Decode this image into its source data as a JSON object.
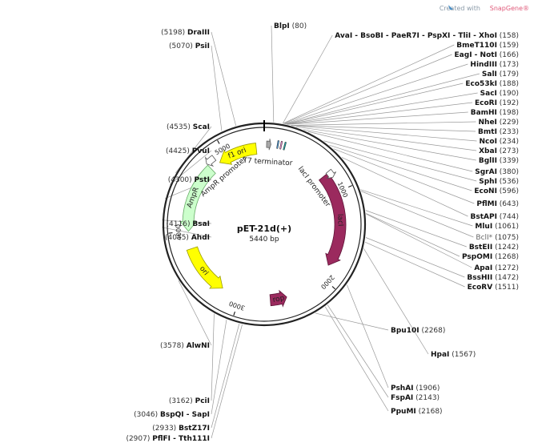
{
  "credit": {
    "prefix": "Created with ",
    "brand": "SnapGene®"
  },
  "plasmid": {
    "name": "pET-21d(+)",
    "size_label": "5440 bp",
    "length": 5440
  },
  "ticks": [
    {
      "pos": 1000,
      "label": "1000"
    },
    {
      "pos": 2000,
      "label": "2000"
    },
    {
      "pos": 3000,
      "label": "3000"
    },
    {
      "pos": 4000,
      "label": "4000"
    },
    {
      "pos": 5000,
      "label": "5000"
    }
  ],
  "features": [
    {
      "label": "f1 ori",
      "start": 5350,
      "end": 4900,
      "color": "#ffff00",
      "stroke": "#9a9a00",
      "track": "inner"
    },
    {
      "label": "T7 terminator",
      "start": 26,
      "end": 73,
      "color": "#a8a8a8",
      "stroke": "#666666",
      "track": "inner"
    },
    {
      "label": "lacI",
      "start": 773,
      "end": 1852,
      "color": "#9b2a5e",
      "stroke": "#5e1437",
      "track": "inner"
    },
    {
      "label": "lacI promoter",
      "start": 763,
      "end": 840,
      "color": "#ffffff",
      "stroke": "#555555",
      "track": "inner"
    },
    {
      "label": "rop",
      "start": 2650,
      "end": 2460,
      "color": "#9b2a5e",
      "stroke": "#5e1437",
      "track": "inner"
    },
    {
      "label": "ori",
      "start": 3800,
      "end": 3220,
      "color": "#ffff00",
      "stroke": "#9a9a00",
      "track": "inner"
    },
    {
      "label": "AmpR",
      "start": 4780,
      "end": 4000,
      "color": "#ccffcc",
      "stroke": "#66aa66",
      "track": "inner"
    },
    {
      "label": "AmpR promoter",
      "start": 4880,
      "end": 4780,
      "color": "#ffffff",
      "stroke": "#555555",
      "track": "inner"
    }
  ],
  "sites": [
    {
      "name": "DraIII",
      "pos": "(5198)",
      "side": "left",
      "bp": 5198
    },
    {
      "name": "PsiI",
      "pos": "(5070)",
      "side": "left",
      "bp": 5070
    },
    {
      "name": "ScaI",
      "pos": "(4535)",
      "side": "left",
      "bp": 4535
    },
    {
      "name": "PvuI",
      "pos": "(4425)",
      "side": "left",
      "bp": 4425
    },
    {
      "name": "PstI",
      "pos": "(4300)",
      "side": "left",
      "bp": 4300
    },
    {
      "name": "BsaI",
      "pos": "(4116)",
      "side": "left",
      "bp": 4116
    },
    {
      "name": "AhdI",
      "pos": "(4055)",
      "side": "left",
      "bp": 4055
    },
    {
      "name": "AlwNI",
      "pos": "(3578)",
      "side": "left",
      "bp": 3578
    },
    {
      "name": "PciI",
      "pos": "(3162)",
      "side": "left",
      "bp": 3162
    },
    {
      "name": "BspQI - SapI",
      "pos": "(3046)",
      "side": "left",
      "bp": 3046
    },
    {
      "name": "BstZ17I",
      "pos": "(2933)",
      "side": "left",
      "bp": 2933
    },
    {
      "name": "PflFI - Tth111I",
      "pos": "(2907)",
      "side": "left",
      "bp": 2907
    },
    {
      "name": "BlpI",
      "pos": "(80)",
      "side": "right",
      "bp": 80
    },
    {
      "name": "AvaI - BsoBI - PaeR7I - PspXI - TliI - XhoI",
      "pos": "(158)",
      "side": "right",
      "bp": 158
    },
    {
      "name": "BmeT110I",
      "pos": "(159)",
      "side": "right",
      "bp": 159
    },
    {
      "name": "EagI - NotI",
      "pos": "(166)",
      "side": "right",
      "bp": 166
    },
    {
      "name": "HindIII",
      "pos": "(173)",
      "side": "right",
      "bp": 173
    },
    {
      "name": "SalI",
      "pos": "(179)",
      "side": "right",
      "bp": 179
    },
    {
      "name": "Eco53kI",
      "pos": "(188)",
      "side": "right",
      "bp": 188
    },
    {
      "name": "SacI",
      "pos": "(190)",
      "side": "right",
      "bp": 190
    },
    {
      "name": "EcoRI",
      "pos": "(192)",
      "side": "right",
      "bp": 192
    },
    {
      "name": "BamHI",
      "pos": "(198)",
      "side": "right",
      "bp": 198
    },
    {
      "name": "NheI",
      "pos": "(229)",
      "side": "right",
      "bp": 229
    },
    {
      "name": "BmtI",
      "pos": "(233)",
      "side": "right",
      "bp": 233
    },
    {
      "name": "NcoI",
      "pos": "(234)",
      "side": "right",
      "bp": 234
    },
    {
      "name": "XbaI",
      "pos": "(273)",
      "side": "right",
      "bp": 273
    },
    {
      "name": "BglII",
      "pos": "(339)",
      "side": "right",
      "bp": 339
    },
    {
      "name": "SgrAI",
      "pos": "(380)",
      "side": "right",
      "bp": 380
    },
    {
      "name": "SphI",
      "pos": "(536)",
      "side": "right",
      "bp": 536
    },
    {
      "name": "EcoNI",
      "pos": "(596)",
      "side": "right",
      "bp": 596
    },
    {
      "name": "PflMI",
      "pos": "(643)",
      "side": "right",
      "bp": 643
    },
    {
      "name": "BstAPI",
      "pos": "(744)",
      "side": "right",
      "bp": 744
    },
    {
      "name": "MluI",
      "pos": "(1061)",
      "side": "right",
      "bp": 1061
    },
    {
      "name": "BclI*",
      "pos": "(1075)",
      "side": "right",
      "bp": 1075,
      "dim": true
    },
    {
      "name": "BstEII",
      "pos": "(1242)",
      "side": "right",
      "bp": 1242
    },
    {
      "name": "PspOMI",
      "pos": "(1268)",
      "side": "right",
      "bp": 1268
    },
    {
      "name": "ApaI",
      "pos": "(1272)",
      "side": "right",
      "bp": 1272
    },
    {
      "name": "BssHII",
      "pos": "(1472)",
      "side": "right",
      "bp": 1472
    },
    {
      "name": "EcoRV",
      "pos": "(1511)",
      "side": "right",
      "bp": 1511
    },
    {
      "name": "HpaI",
      "pos": "(1567)",
      "side": "right",
      "bp": 1567
    },
    {
      "name": "PshAI",
      "pos": "(1906)",
      "side": "right",
      "bp": 1906
    },
    {
      "name": "FspAI",
      "pos": "(2143)",
      "side": "right",
      "bp": 2143
    },
    {
      "name": "PpuMI",
      "pos": "(2168)",
      "side": "right",
      "bp": 2168
    },
    {
      "name": "Bpu10I",
      "pos": "(2268)",
      "side": "right",
      "bp": 2268
    }
  ],
  "colors": {
    "backbone": "#222222",
    "leader": "#999999",
    "mcs_blue": "#4a90c8",
    "mcs_pink": "#e080c0",
    "mcs_teal": "#1a9a9a"
  }
}
